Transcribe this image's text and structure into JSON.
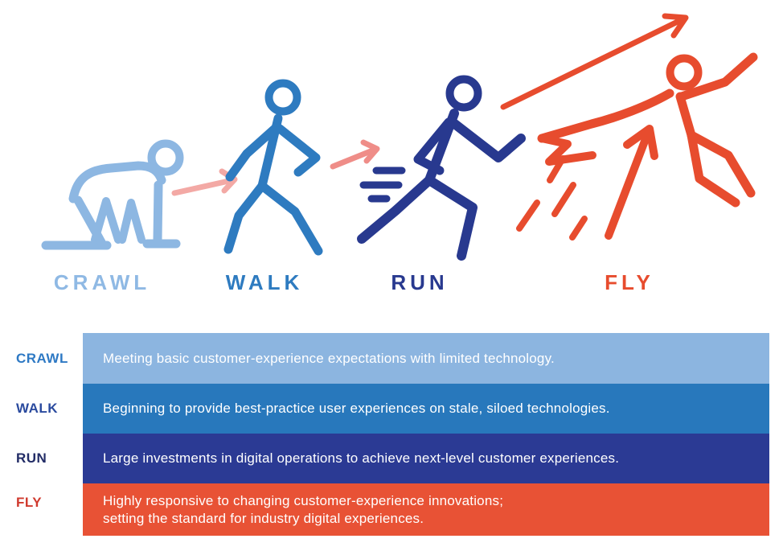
{
  "diagram": {
    "type": "maturity-progression",
    "stages": [
      {
        "id": "crawl",
        "label": "CRAWL",
        "icon": "crawling-person-icon",
        "figure_color": "#8DB7E2",
        "top_label_color": "#8FB9E4",
        "table_label_color": "#2E79C4",
        "row_color": "#8CB5E0",
        "description": "Meeting basic customer-experience expectations with limited technology."
      },
      {
        "id": "walk",
        "label": "WALK",
        "icon": "walking-person-icon",
        "figure_color": "#2E7BC0",
        "top_label_color": "#2E7BC0",
        "table_label_color": "#2A4A9E",
        "row_color": "#2878BC",
        "description": "Beginning to provide best-practice user experiences on stale, siloed technologies."
      },
      {
        "id": "run",
        "label": "RUN",
        "icon": "running-person-icon",
        "figure_color": "#28398F",
        "top_label_color": "#28398F",
        "table_label_color": "#222C66",
        "row_color": "#2B3A94",
        "description": "Large investments in digital operations to achieve next-level customer experiences."
      },
      {
        "id": "fly",
        "label": "FLY",
        "icon": "flying-superhero-icon",
        "figure_color": "#E74C2E",
        "top_label_color": "#E74C2E",
        "table_label_color": "#D03A2E",
        "row_color": "#E85235",
        "description": "Highly responsive to changing customer-experience innovations;\nsetting the standard for industry digital experiences."
      }
    ],
    "arrows": {
      "crawl_to_walk_color": "#F3A9A5",
      "walk_to_run_color": "#EF8D88",
      "growth_arrow_color": "#E74C2E"
    },
    "text_color_on_bars": "#FFFFFF",
    "background_color": "#FFFFFF"
  }
}
